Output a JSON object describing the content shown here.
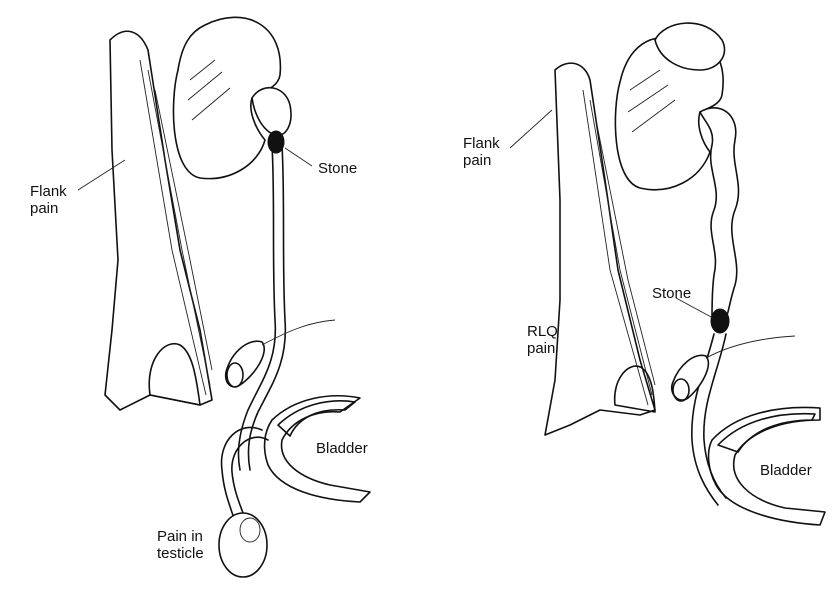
{
  "left_panel": {
    "flank_pain": "Flank\npain",
    "stone": "Stone",
    "bladder": "Bladder",
    "pain_in_testicle": "Pain in\ntesticle"
  },
  "right_panel": {
    "flank_pain": "Flank\npain",
    "stone": "Stone",
    "rlq_pain": "RLQ\npain",
    "bladder": "Bladder"
  }
}
